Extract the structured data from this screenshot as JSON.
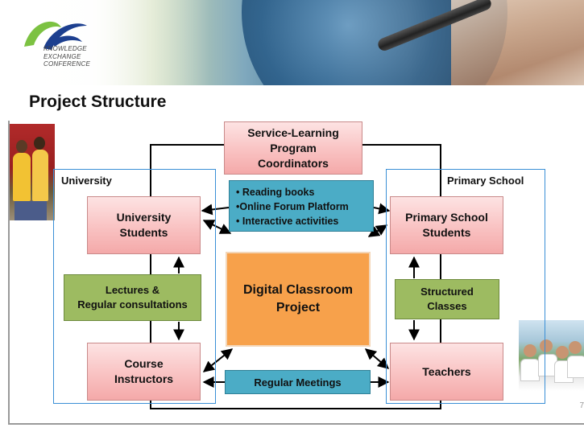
{
  "header": {
    "logo_lines": [
      "KNOWLEDGE",
      "EXCHANGE",
      "CONFERENCE"
    ],
    "page_number": "7"
  },
  "title": "Project Structure",
  "colors": {
    "region_border": "#3a8fd6",
    "node_pink": "#f9c2c2",
    "node_green": "#9dbb61",
    "node_cyan": "#4bacc6",
    "node_orange": "#f7a14b"
  },
  "diagram": {
    "regions": {
      "university": "University",
      "primary_school": "Primary School"
    },
    "nodes": {
      "coordinators": [
        "Service-Learning",
        "Program",
        "Coordinators"
      ],
      "university_students": [
        "University",
        "Students"
      ],
      "course_instructors": [
        "Course",
        "Instructors"
      ],
      "primary_school_students": [
        "Primary School",
        "Students"
      ],
      "teachers": [
        "Teachers"
      ],
      "lectures": [
        "Lectures &",
        "Regular consultations"
      ],
      "structured_classes": [
        "Structured",
        "Classes"
      ],
      "project": [
        "Digital Classroom",
        "Project"
      ],
      "activities": [
        "• Reading books",
        "•Online Forum Platform",
        "• Interactive activities"
      ],
      "meetings": [
        "Regular Meetings"
      ]
    }
  }
}
